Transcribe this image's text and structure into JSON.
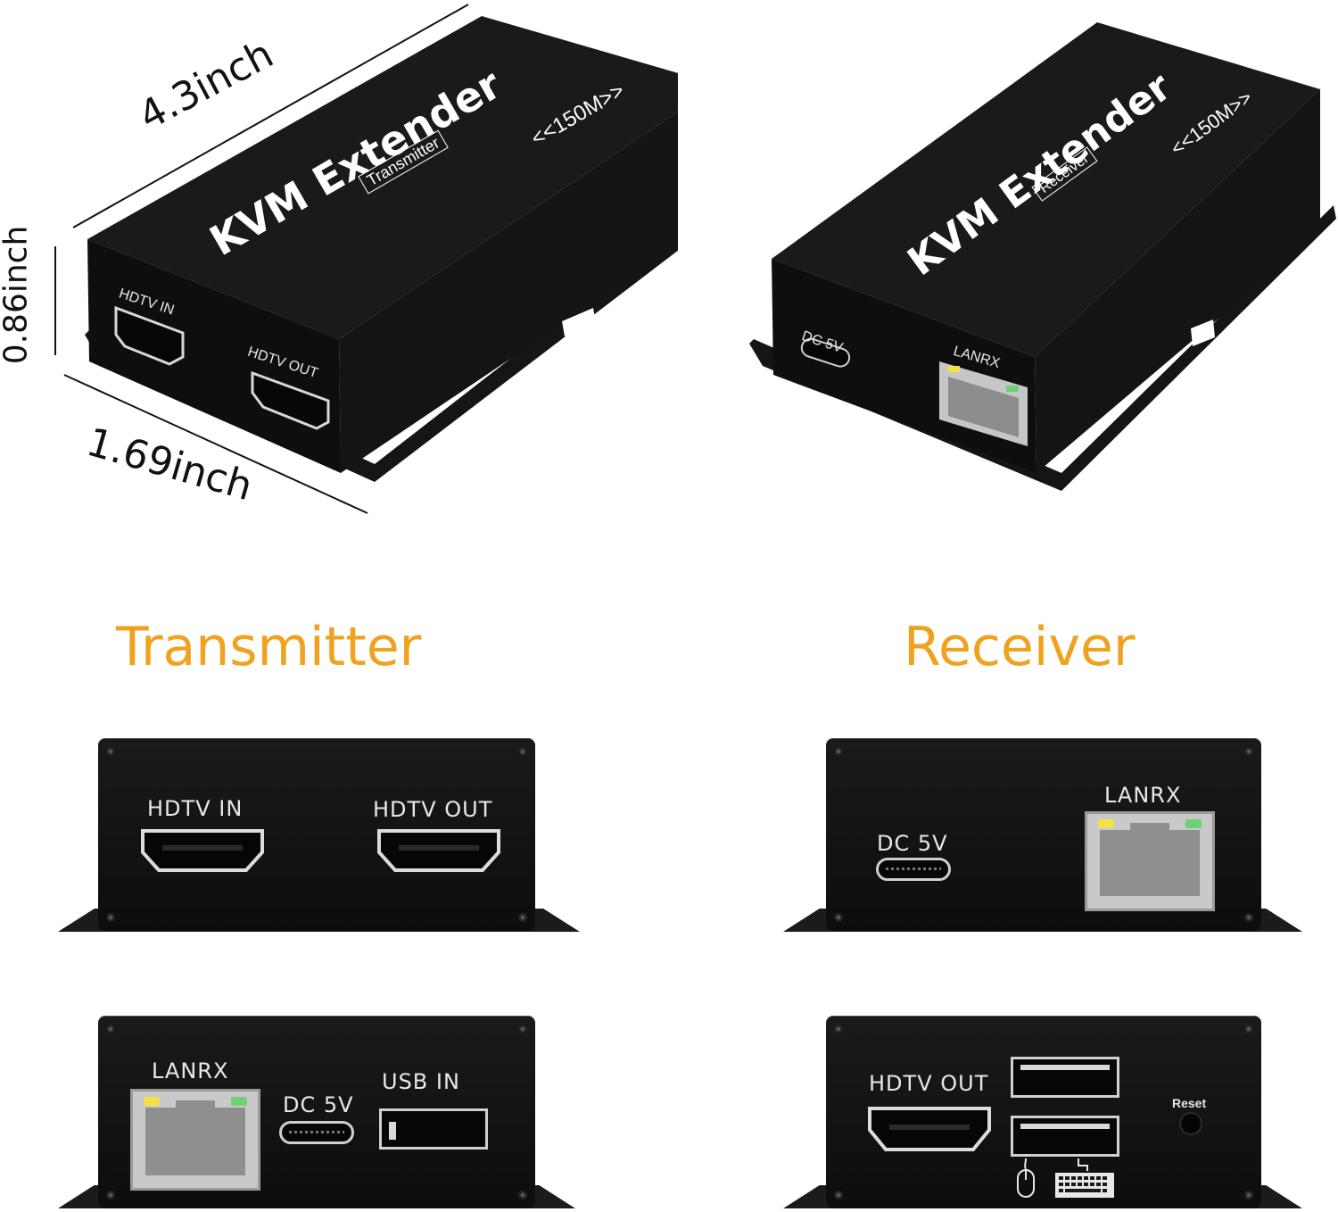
{
  "dimensions": {
    "length": "4.3inch",
    "height": "0.86inch",
    "width": "1.69inch"
  },
  "transmitter_3d": {
    "brand": "KVM Extender",
    "role": "Transmitter",
    "range": "<<150M>>",
    "port_labels": [
      "HDTV IN",
      "HDTV OUT"
    ]
  },
  "receiver_3d": {
    "brand": "KVM Extender",
    "role": "Receiver",
    "range": "<<150M>>",
    "port_labels": [
      "DC 5V",
      "LANRX"
    ]
  },
  "section_titles": {
    "transmitter": "Transmitter",
    "receiver": "Receiver"
  },
  "panels": {
    "tx_front": {
      "left_label": "HDTV IN",
      "right_label": "HDTV OUT"
    },
    "rx_front": {
      "left_label": "DC 5V",
      "right_label": "LANRX"
    },
    "tx_rear": {
      "lan_label": "LANRX",
      "dc_label": "DC 5V",
      "usb_label": "USB IN"
    },
    "rx_rear": {
      "hdmi_label": "HDTV OUT",
      "reset_label": "Reset"
    }
  },
  "colors": {
    "accent": "#f0a21e",
    "body": "#111111",
    "led_yellow": "#f2e24a",
    "led_green": "#6fd07a"
  },
  "icons": [
    "mouse-icon",
    "keyboard-icon"
  ]
}
